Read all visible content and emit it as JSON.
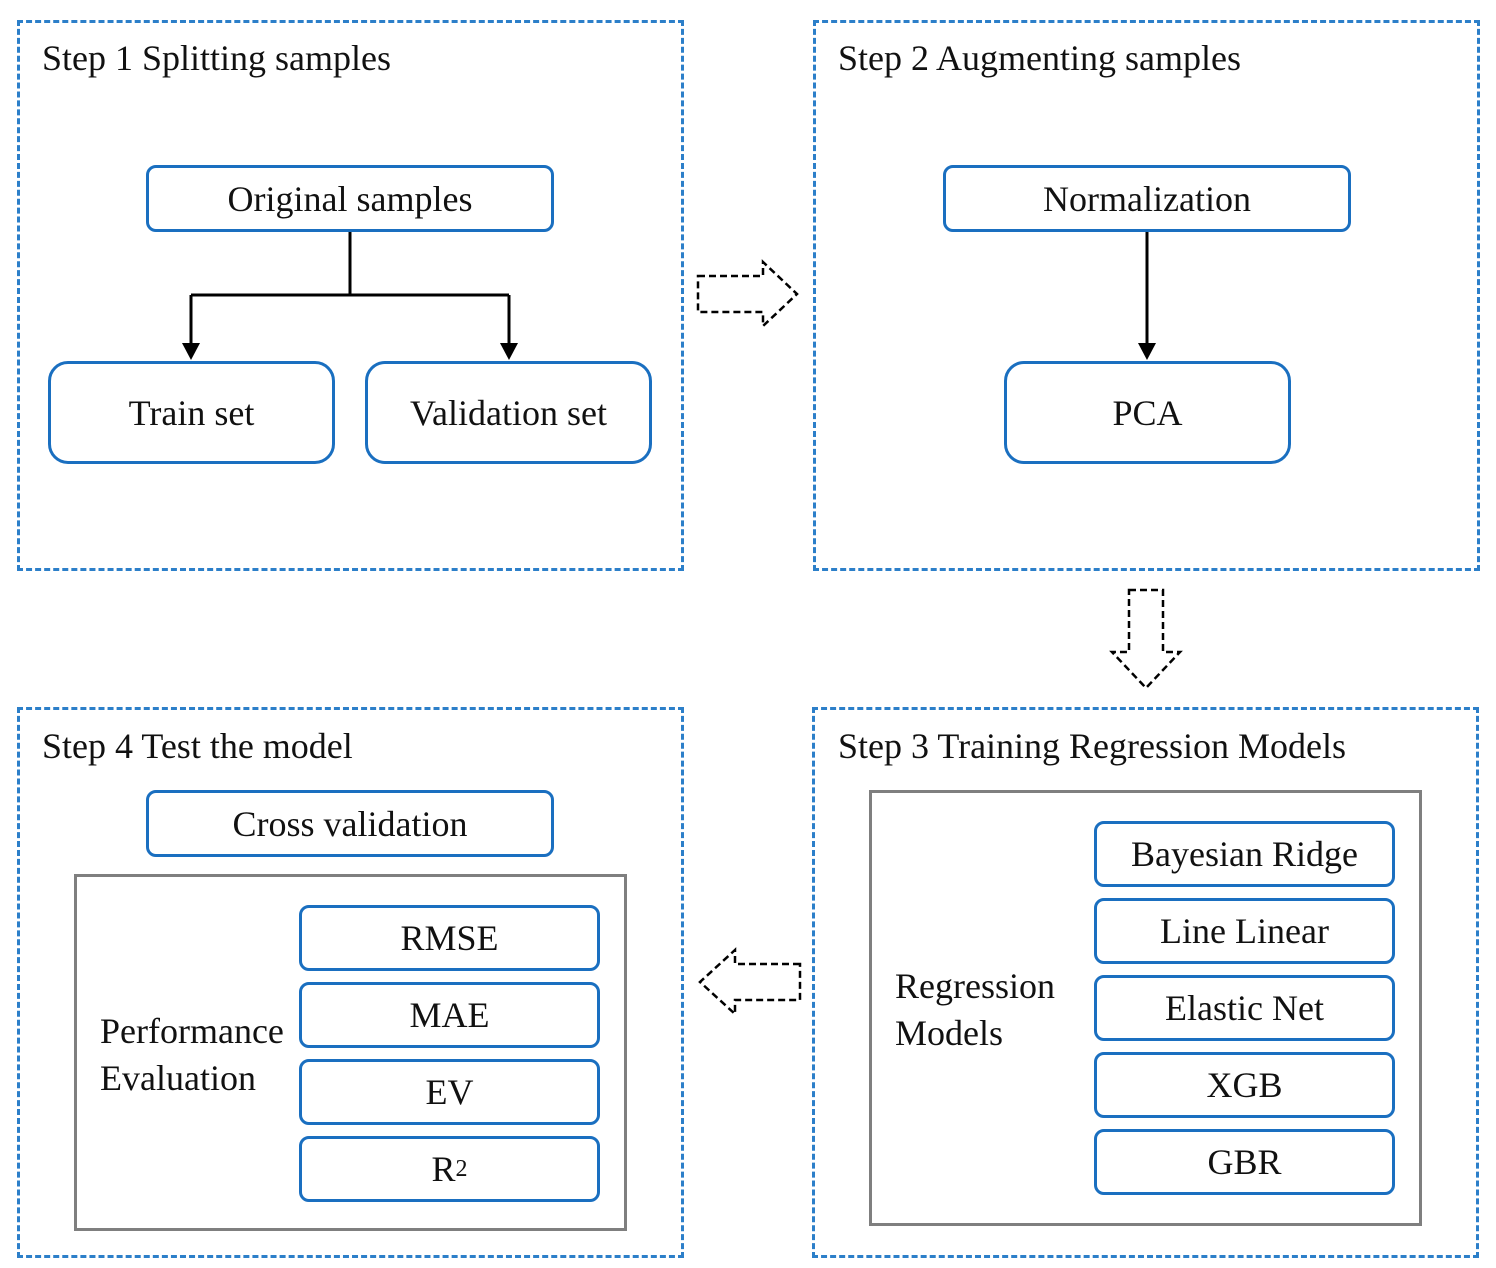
{
  "step1": {
    "title": "Step 1 Splitting samples",
    "original": "Original samples",
    "train": "Train set",
    "validation": "Validation set"
  },
  "step2": {
    "title": "Step 2 Augmenting samples",
    "normalization": "Normalization",
    "pca": "PCA"
  },
  "step3": {
    "title": "Step 3 Training Regression Models",
    "group_label_line1": "Regression",
    "group_label_line2": "Models",
    "models": [
      "Bayesian Ridge",
      "Line Linear",
      "Elastic Net",
      "XGB",
      "GBR"
    ]
  },
  "step4": {
    "title": "Step 4 Test the model",
    "cross_validation": "Cross validation",
    "group_label_line1": "Performance",
    "group_label_line2": "Evaluation",
    "metrics": [
      "RMSE",
      "MAE",
      "EV"
    ],
    "r2_base": "R",
    "r2_sup": "2"
  },
  "colors": {
    "panel_border": "#2c7fc9",
    "node_border": "#1a6fc0",
    "group_border": "#7f7f7f",
    "arrow": "#000000"
  }
}
